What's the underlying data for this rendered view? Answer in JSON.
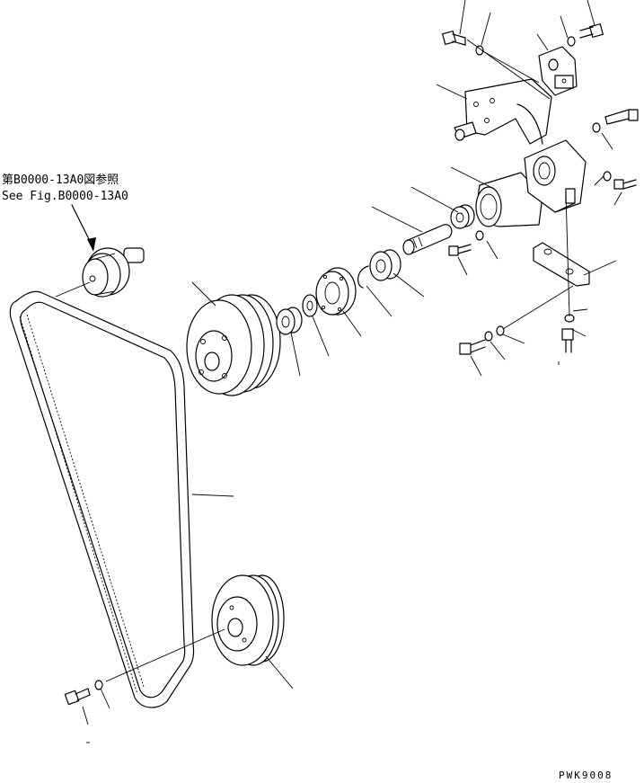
{
  "reference": {
    "line_jp": "第B0000-13A0図参照",
    "line_en": "See Fig.B0000-13A0"
  },
  "drawing_code": "PWK9008"
}
